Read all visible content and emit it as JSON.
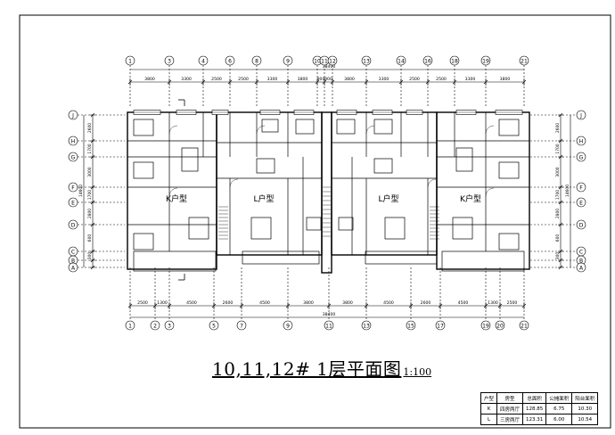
{
  "drawing": {
    "title": "10,11,12# 1层平面图",
    "scale": "1:100",
    "top_axes": [
      "①",
      "③",
      "④",
      "⑥",
      "⑧",
      "⑨",
      "⑩",
      "⑪",
      "⑫",
      "⑬",
      "⑭",
      "⑯",
      "⑱",
      "⑲",
      "㉑"
    ],
    "bottom_axes": [
      "①",
      "②",
      "③",
      "⑤",
      "⑦",
      "⑨",
      "⑪",
      "⑬",
      "⑮",
      "⑰",
      "⑲",
      "⑳",
      "㉑"
    ],
    "side_axes": [
      "Ⓙ",
      "Ⓗ",
      "Ⓖ",
      "Ⓕ",
      "Ⓔ",
      "Ⓓ",
      "Ⓒ",
      "Ⓑ",
      "Ⓐ"
    ],
    "top_dims": [
      "3800",
      "3300",
      "2500",
      "2500",
      "3300",
      "3800",
      "900",
      "900",
      "3800",
      "3300",
      "2500",
      "2500",
      "3300",
      "3800"
    ],
    "top_total": "38400",
    "bottom_dims": [
      "2500",
      "1300",
      "4500",
      "2600",
      "4500",
      "3800",
      "3800",
      "4500",
      "2600",
      "4500",
      "1300",
      "2500"
    ],
    "bottom_total": "38400",
    "left_dims": [
      "2600",
      "1700",
      "3000",
      "1700",
      "2800",
      "600",
      "300"
    ],
    "right_dims": [
      "2600",
      "1700",
      "3000",
      "1700",
      "2800",
      "600",
      "300"
    ],
    "side_total": "14600",
    "unit_labels": [
      "K户型",
      "L户型",
      "L户型",
      "K户型"
    ]
  },
  "area_table": {
    "headers": [
      "户型",
      "房型",
      "总面积",
      "公摊面积",
      "阳台面积"
    ],
    "rows": [
      [
        "K",
        "四房两厅",
        "128.85",
        "6.75",
        "10.30"
      ],
      [
        "L",
        "三房两厅",
        "123.31",
        "6.00",
        "10.54"
      ]
    ]
  }
}
